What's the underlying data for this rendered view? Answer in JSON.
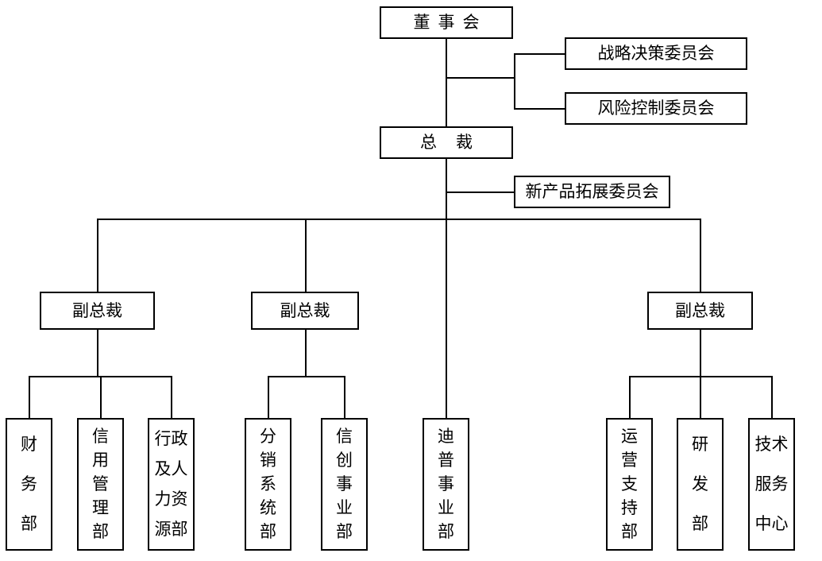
{
  "diagram": {
    "title_text": "",
    "type": "organizational-chart",
    "line_color": "#000000",
    "box_border_color": "#000000",
    "background_color": "#ffffff"
  },
  "nodes": {
    "board": {
      "label": "董事会"
    },
    "strategy_committee": {
      "label": "战略决策委员会"
    },
    "risk_committee": {
      "label": "风险控制委员会"
    },
    "president": {
      "label": "总裁"
    },
    "new_product_committee": {
      "label": "新产品拓展委员会"
    },
    "vp1": {
      "label": "副总裁"
    },
    "vp2": {
      "label": "副总裁"
    },
    "vp3": {
      "label": "副总裁"
    },
    "finance": {
      "label": "财务部",
      "lines": [
        "财",
        "务",
        "部"
      ]
    },
    "credit": {
      "label": "信用管理部",
      "lines": [
        "信",
        "用",
        "管",
        "理",
        "部"
      ]
    },
    "admin_hr": {
      "label": "行政及人力资源部",
      "lines": [
        "行政",
        "及人",
        "力资",
        "源部"
      ]
    },
    "distribution": {
      "label": "分销系统部",
      "lines": [
        "分",
        "销",
        "系",
        "统",
        "部"
      ]
    },
    "xinchuang": {
      "label": "信创事业部",
      "lines": [
        "信",
        "创",
        "事",
        "业",
        "部"
      ]
    },
    "dptech": {
      "label": "迪普事业部",
      "lines": [
        "迪",
        "普",
        "事",
        "业",
        "部"
      ]
    },
    "operations": {
      "label": "运营支持部",
      "lines": [
        "运",
        "营",
        "支",
        "持",
        "部"
      ]
    },
    "rnd": {
      "label": "研发部",
      "lines": [
        "研",
        "发",
        "部"
      ]
    },
    "tech_service": {
      "label": "技术服务中心",
      "lines": [
        "技术",
        "服务",
        "中心"
      ]
    }
  }
}
